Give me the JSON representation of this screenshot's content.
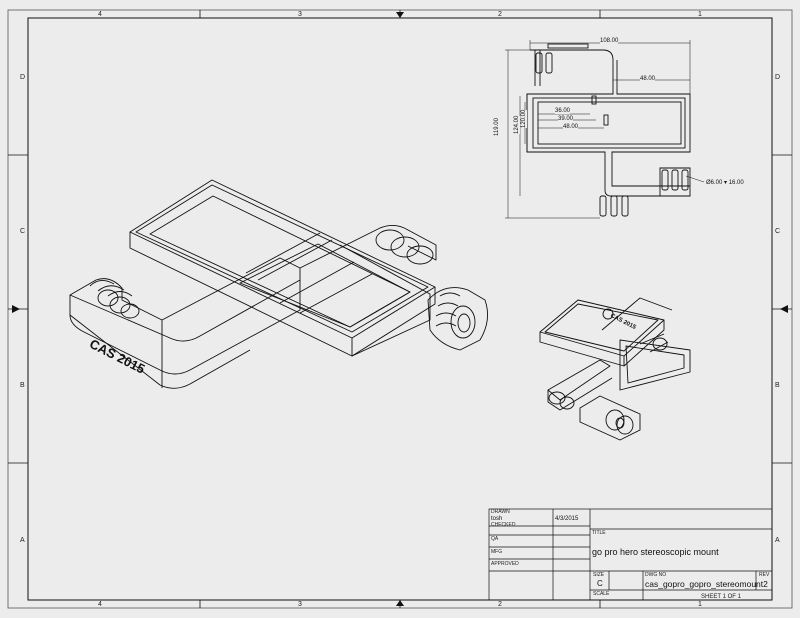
{
  "zones": {
    "columns": [
      "4",
      "3",
      "2",
      "1"
    ],
    "rows": [
      "D",
      "C",
      "B",
      "A"
    ]
  },
  "dimensions": {
    "d108": "108.00",
    "d48_top": "48.00",
    "d36": "36.00",
    "d39": "39.00",
    "d48": "48.00",
    "d119": "119.00",
    "d124": "124.00",
    "d120": "120.00",
    "hole": "Ø6.00 ▾ 16.00"
  },
  "iso_text": "CAS 2015",
  "title_block": {
    "drawn_label": "DRAWN",
    "drawn_by": "tosh",
    "drawn_date": "4/3/2015",
    "checked_label": "CHECKED",
    "qa_label": "QA",
    "mfg_label": "MFG",
    "approved_label": "APPROVED",
    "title_label": "TITLE",
    "title": "go pro hero stereoscopic mount",
    "size_label": "SIZE",
    "size": "C",
    "dwg_label": "DWG NO",
    "dwg_no": "cas_gopro_gopro_stereomount2",
    "rev_label": "REV",
    "scale_label": "SCALE",
    "sheet": "SHEET  1   OF  1"
  }
}
